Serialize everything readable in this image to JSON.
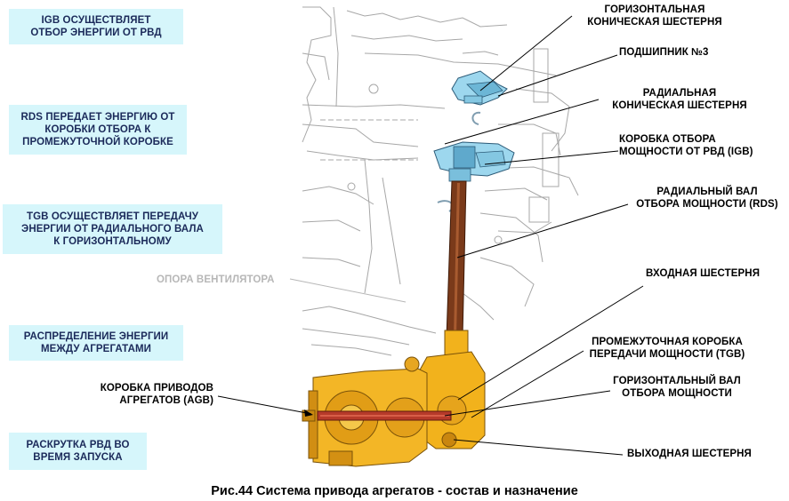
{
  "left_boxes": [
    {
      "id": "igb",
      "text": "IGB ОСУЩЕСТВЛЯЕТ\nОТБОР ЭНЕРГИИ ОТ РВД"
    },
    {
      "id": "rds",
      "text": "RDS ПЕРЕДАЕТ ЭНЕРГИЮ ОТ\nКОРОБКИ ОТБОРА К\nПРОМЕЖУТОЧНОЙ КОРОБКЕ"
    },
    {
      "id": "tgb",
      "text": "TGB ОСУЩЕСТВЛЯЕТ ПЕРЕДАЧУ\nЭНЕРГИИ ОТ РАДИАЛЬНОГО ВАЛА\nК ГОРИЗОНТАЛЬНОМУ"
    },
    {
      "id": "distribution",
      "text": "РАСПРЕДЕЛЕНИЕ ЭНЕРГИИ\nМЕЖДУ АГРЕГАТАМИ"
    },
    {
      "id": "spin",
      "text": "РАСКРУТКА РВД ВО\nВРЕМЯ ЗАПУСКА"
    }
  ],
  "labels": {
    "horizontal_bevel_gear": "ГОРИЗОНТАЛЬНАЯ\nКОНИЧЕСКАЯ ШЕСТЕРНЯ",
    "bearing_3": "ПОДШИПНИК №3",
    "radial_bevel_gear": "РАДИАЛЬНАЯ\nКОНИЧЕСКАЯ ШЕСТЕРНЯ",
    "igb_box": "КОРОБКА ОТБОРА\nМОЩНОСТИ ОТ РВД (IGB)",
    "rds_shaft": "РАДИАЛЬНЫЙ ВАЛ\nОТБОРА МОЩНОСТИ (RDS)",
    "input_gear": "ВХОДНАЯ ШЕСТЕРНЯ",
    "tgb_box": "ПРОМЕЖУТОЧНАЯ КОРОБКА\nПЕРЕДАЧИ МОЩНОСТИ (TGB)",
    "horizontal_shaft": "ГОРИЗОНТАЛЬНЫЙ ВАЛ\nОТБОРА МОЩНОСТИ",
    "output_gear": "ВЫХОДНАЯ ШЕСТЕРНЯ",
    "agb_box": "КОРОБКА ПРИВОДОВ\nАГРЕГАТОВ (AGB)",
    "fan_support": "ОПОРА ВЕНТИЛЯТОРА"
  },
  "caption": "Рис.44 Система привода агрегатов - состав и назначение",
  "colors": {
    "box_fill": "#d6f6fb",
    "agb_gold": "#f2b21c",
    "agb_dark": "#b47812",
    "shaft_brown": "#7a3a1a",
    "gearbox_blue": "#9dd7ee",
    "engine_line": "#9a9a9a"
  }
}
